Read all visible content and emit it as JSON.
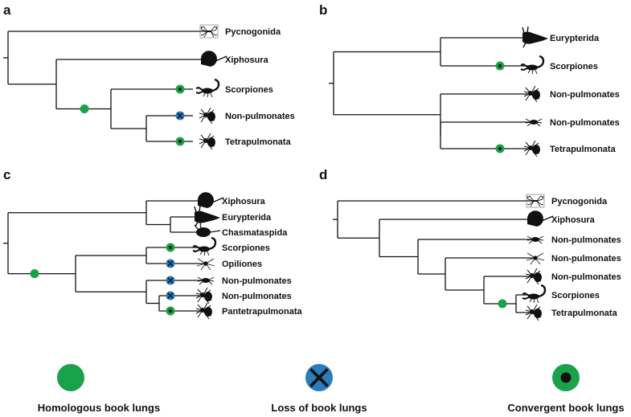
{
  "colors": {
    "homologous": "#1aa24a",
    "loss": "#2c7bbf",
    "line": "#111111"
  },
  "panels": [
    {
      "letter": "a",
      "taxa": [
        {
          "label": "Pycnogonida",
          "icon": "sea-spider-icon"
        },
        {
          "label": "Xiphosura",
          "icon": "horseshoe-crab-icon"
        },
        {
          "label": "Scorpiones",
          "icon": "scorpion-icon"
        },
        {
          "label": "Non-pulmonates",
          "icon": "spider-icon"
        },
        {
          "label": "Tetrapulmonata",
          "icon": "spider-icon"
        }
      ]
    },
    {
      "letter": "b",
      "taxa": [
        {
          "label": "Eurypterida",
          "icon": "eurypterid-icon"
        },
        {
          "label": "Scorpiones",
          "icon": "scorpion-icon"
        },
        {
          "label": "Non-pulmonates",
          "icon": "spider-icon"
        },
        {
          "label": "Non-pulmonates",
          "icon": "mite-icon"
        },
        {
          "label": "Tetrapulmonata",
          "icon": "spider-icon"
        }
      ]
    },
    {
      "letter": "c",
      "taxa": [
        {
          "label": "Xiphosura",
          "icon": "horseshoe-crab-icon"
        },
        {
          "label": "Eurypterida",
          "icon": "eurypterid-icon"
        },
        {
          "label": "Chasmataspida",
          "icon": "chasmataspid-icon"
        },
        {
          "label": "Scorpiones",
          "icon": "scorpion-icon"
        },
        {
          "label": "Opiliones",
          "icon": "harvestman-icon"
        },
        {
          "label": "Non-pulmonates",
          "icon": "mite-icon"
        },
        {
          "label": "Non-pulmonates",
          "icon": "spider-icon"
        },
        {
          "label": "Pantetrapulmonata",
          "icon": "spider-icon"
        }
      ]
    },
    {
      "letter": "d",
      "taxa": [
        {
          "label": "Pycnogonida",
          "icon": "sea-spider-icon"
        },
        {
          "label": "Xiphosura",
          "icon": "horseshoe-crab-icon"
        },
        {
          "label": "Non-pulmonates",
          "icon": "mite-icon"
        },
        {
          "label": "Non-pulmonates",
          "icon": "harvestman-icon"
        },
        {
          "label": "Non-pulmonates",
          "icon": "spider-icon"
        },
        {
          "label": "Scorpiones",
          "icon": "scorpion-icon"
        },
        {
          "label": "Tetrapulmonata",
          "icon": "spider-icon"
        }
      ]
    }
  ],
  "legend": [
    {
      "label": "Homologous book lungs",
      "marker": "homologous"
    },
    {
      "label": "Loss of book lungs",
      "marker": "loss"
    },
    {
      "label": "Convergent book lungs",
      "marker": "convergent"
    }
  ]
}
